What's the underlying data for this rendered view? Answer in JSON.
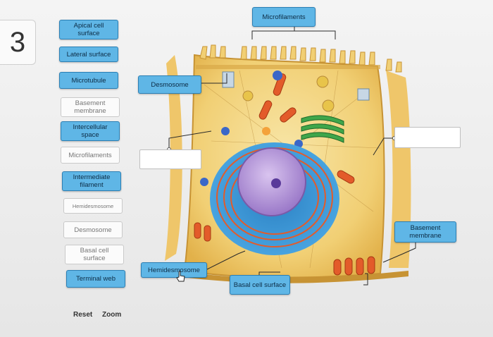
{
  "question_number": "3",
  "word_bank": [
    {
      "label": "Apical cell surface",
      "placed": false
    },
    {
      "label": "Lateral surface",
      "placed": false
    },
    {
      "label": "Microtubule",
      "placed": false
    },
    {
      "label": "Basement membrane",
      "placed": true
    },
    {
      "label": "Intercellular space",
      "placed": false
    },
    {
      "label": "Microfilaments",
      "placed": true
    },
    {
      "label": "Intermediate filament",
      "placed": false
    },
    {
      "label": "Hemidesmosome",
      "placed": true
    },
    {
      "label": "Desmosome",
      "placed": true
    },
    {
      "label": "Basal cell surface",
      "placed": true
    },
    {
      "label": "Terminal web",
      "placed": false
    }
  ],
  "diagram_labels": {
    "microfilaments": "Microfilaments",
    "desmosome": "Desmosome",
    "basement_membrane": "Basement membrane",
    "hemidesmosome": "Hemidesmosome",
    "basal_cell_surface": "Basal cell surface"
  },
  "empty_targets": [
    "",
    ""
  ],
  "controls": {
    "reset": "Reset",
    "zoom": "Zoom"
  }
}
